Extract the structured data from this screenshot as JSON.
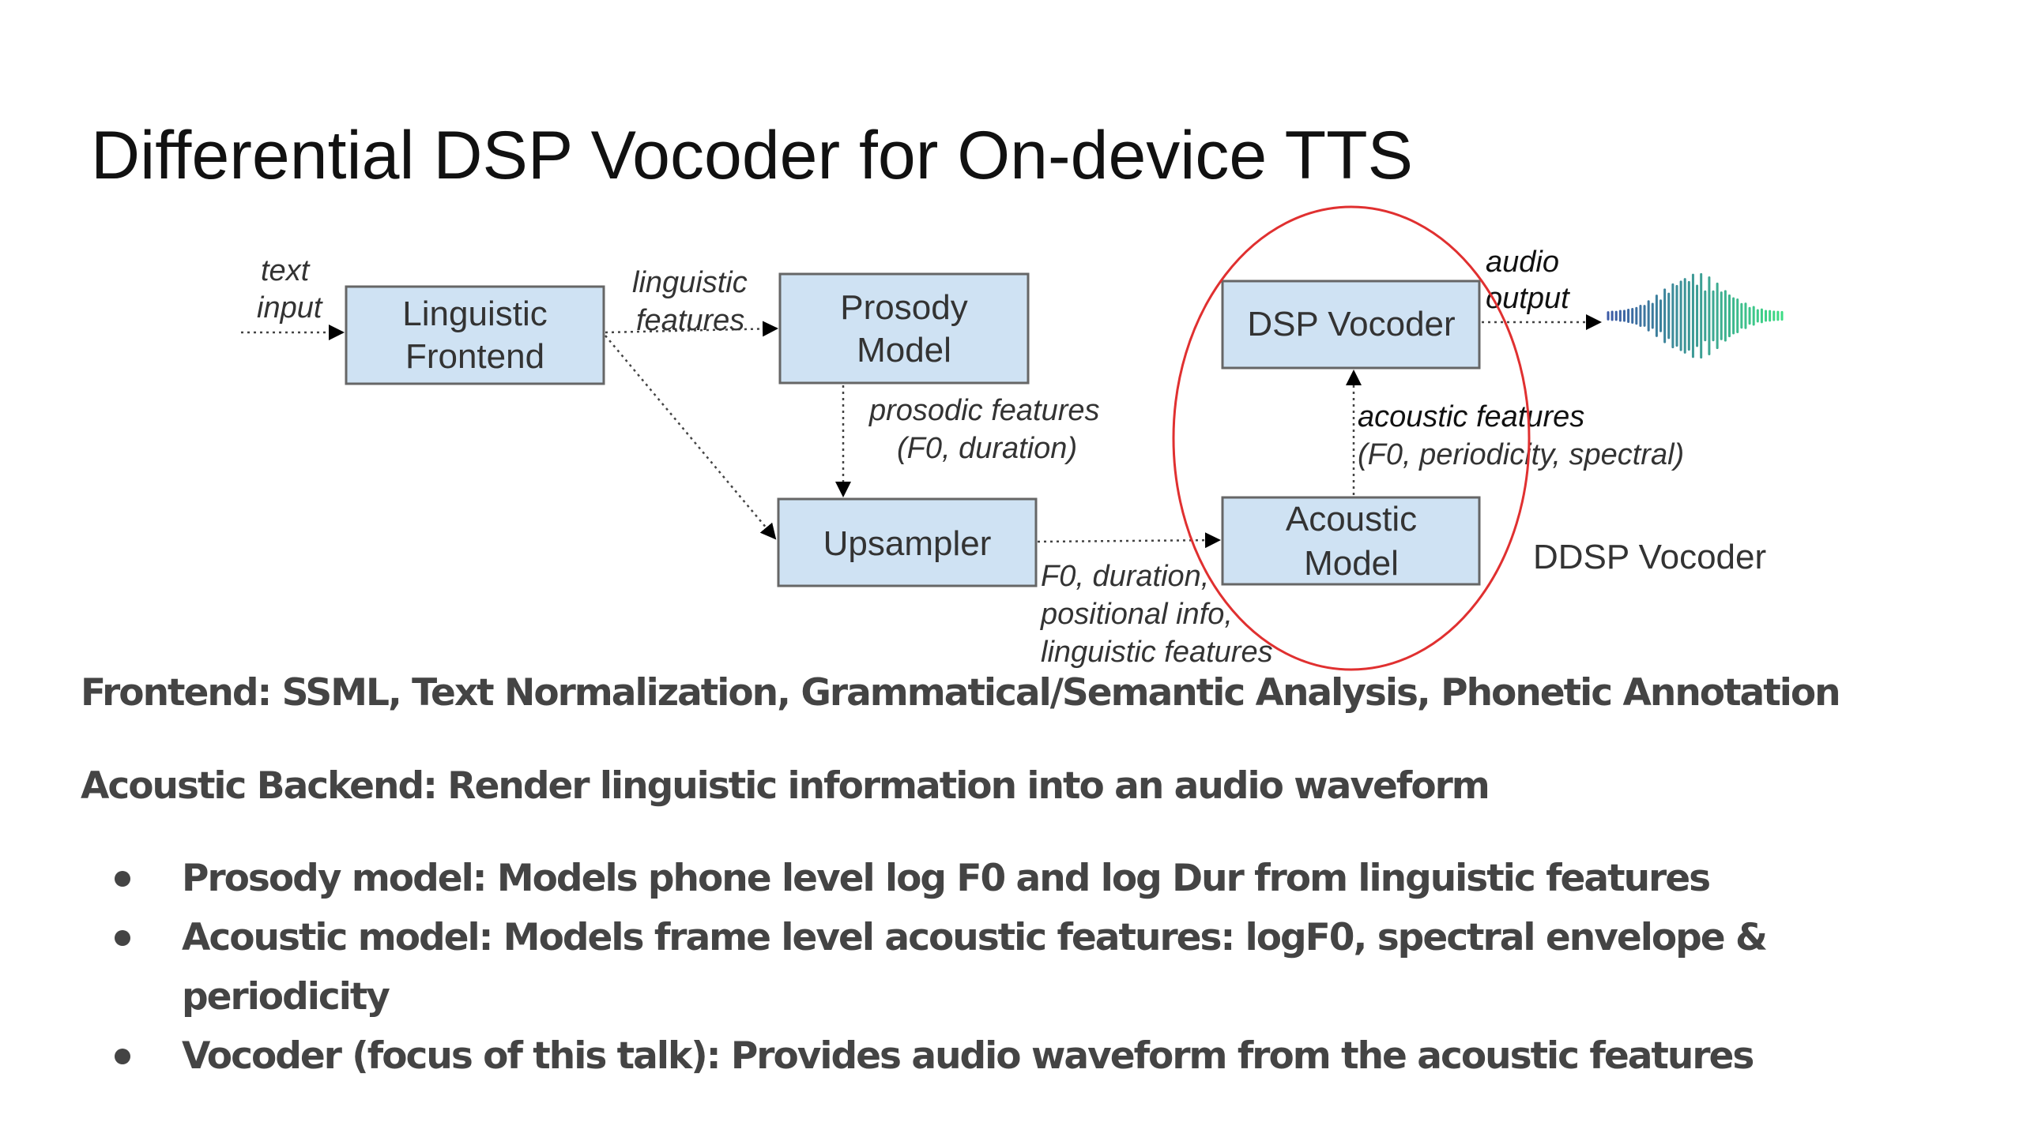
{
  "slide": {
    "title": "Differential DSP Vocoder for On-device TTS"
  },
  "diagram": {
    "boxes": {
      "linguistic_frontend": [
        "Linguistic",
        "Frontend"
      ],
      "prosody_model": [
        "Prosody",
        "Model"
      ],
      "upsampler": [
        "Upsampler"
      ],
      "dsp_vocoder": [
        "DSP Vocoder"
      ],
      "acoustic_model": [
        "Acoustic",
        "Model"
      ]
    },
    "edge_labels": {
      "text_input": [
        "text",
        "input"
      ],
      "linguistic_features": [
        "linguistic",
        "features"
      ],
      "prosodic_features": [
        "prosodic features",
        "(F0, duration)"
      ],
      "upsampler_out": [
        "F0, duration,",
        "positional info,",
        "linguistic features"
      ],
      "acoustic_features": [
        "acoustic features",
        "(F0, periodicity, spectral)"
      ],
      "audio_output": [
        "audio",
        "output"
      ]
    },
    "highlight_label": "DDSP Vocoder",
    "colors": {
      "box_fill": "#cfe2f3",
      "box_stroke": "#666666",
      "highlight_ellipse": "#e03030",
      "waveform_start": "#3c5aa6",
      "waveform_end": "#3ddc84"
    }
  },
  "body": {
    "frontend_line": "Frontend: SSML, Text Normalization, Grammatical/Semantic Analysis, Phonetic Annotation",
    "backend_line": "Acoustic Backend: Render linguistic information into an audio waveform",
    "bullets": [
      "Prosody model: Models phone level log F0 and log Dur from linguistic features",
      "Acoustic model: Models frame level acoustic features: logF0, spectral envelope & periodicity",
      "Vocoder (focus of this talk): Provides audio waveform from the acoustic features"
    ]
  }
}
